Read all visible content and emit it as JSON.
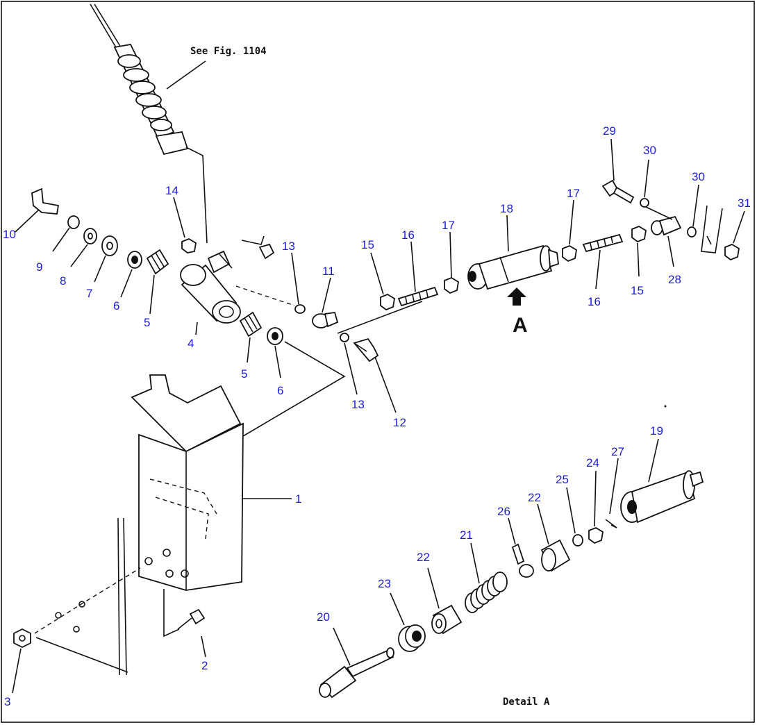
{
  "notes": {
    "see_fig": "See Fig. 1104",
    "detail": "Detail A",
    "view_marker": "A"
  },
  "callouts": [
    "1",
    "2",
    "3",
    "4",
    "5",
    "5",
    "6",
    "6",
    "7",
    "8",
    "9",
    "10",
    "11",
    "12",
    "13",
    "13",
    "14",
    "15",
    "15",
    "16",
    "16",
    "17",
    "17",
    "18",
    "19",
    "20",
    "21",
    "22",
    "22",
    "23",
    "24",
    "25",
    "26",
    "27",
    "28",
    "29",
    "30",
    "30",
    "31"
  ],
  "colors": {
    "label": "#1a1adb",
    "line": "#111111"
  }
}
